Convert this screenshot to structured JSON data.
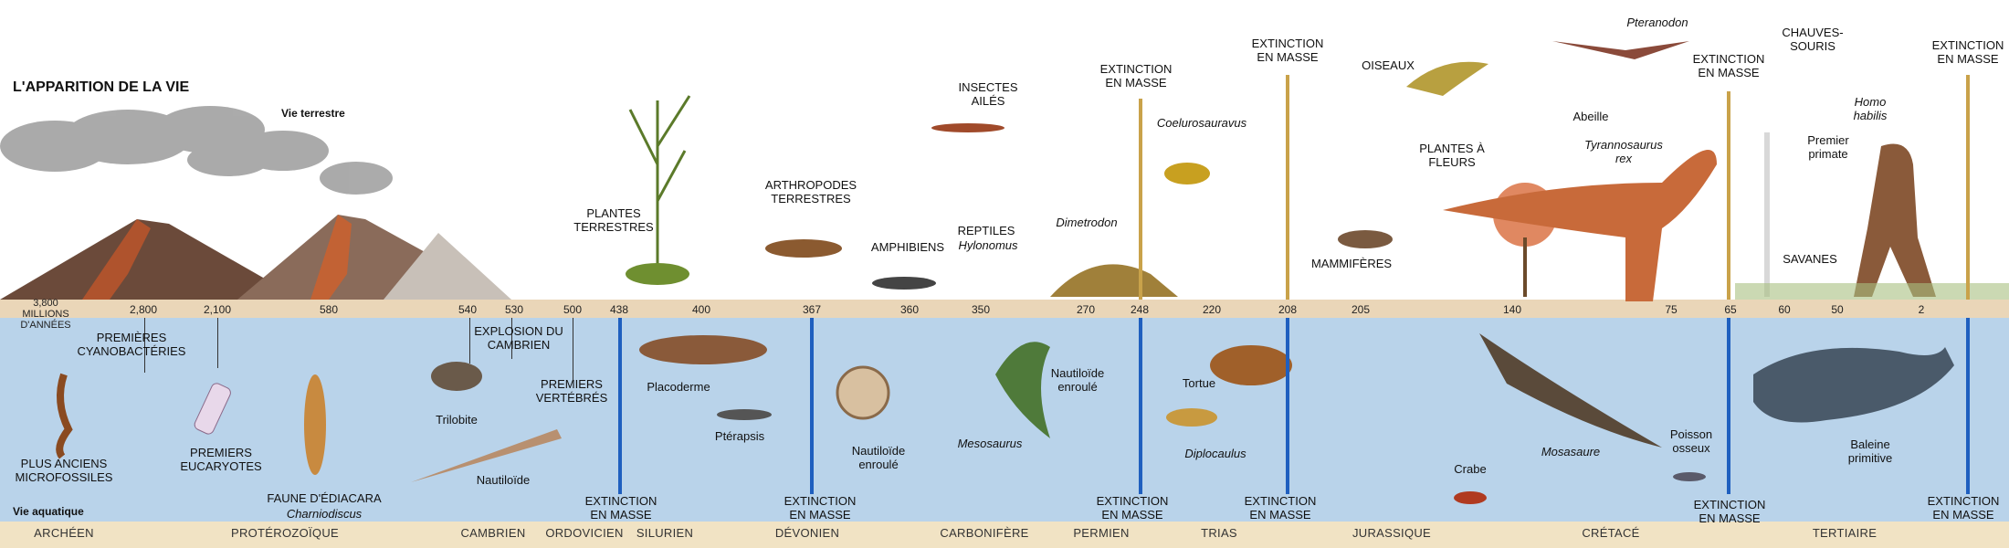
{
  "title": "L'APPARITION DE LA VIE",
  "realm_labels": {
    "land": "Vie terrestre",
    "water": "Vie aquatique"
  },
  "timeline_ticks": [
    "3,800 MILLIONS D'ANNÉES",
    "2,800",
    "2,100",
    "580",
    "540",
    "530",
    "500",
    "438",
    "400",
    "367",
    "360",
    "350",
    "270",
    "248",
    "220",
    "208",
    "205",
    "140",
    "75",
    "65",
    "60",
    "50",
    "2"
  ],
  "eras": [
    "ARCHÉEN",
    "PROTÉROZOÏQUE",
    "CAMBRIEN",
    "ORDOVICIEN",
    "SILURIEN",
    "DÉVONIEN",
    "CARBONIFÈRE",
    "PERMIEN",
    "TRIAS",
    "JURASSIQUE",
    "CRÉTACÉ",
    "TERTIAIRE"
  ],
  "land_labels": {
    "plantes_terrestres": "PLANTES TERRESTRES",
    "arthropodes": "ARTHROPODES TERRESTRES",
    "amphibiens": "AMPHIBIENS",
    "insectes": "INSECTES AILÉS",
    "reptiles": "REPTILES",
    "hylonomus": "Hylonomus",
    "dimetrodon": "Dimetrodon",
    "coelurosauravus": "Coelurosauravus",
    "mammiferes": "MAMMIFÈRES",
    "oiseaux": "OISEAUX",
    "plantes_fleurs": "PLANTES À FLEURS",
    "pteranodon": "Pteranodon",
    "abeille": "Abeille",
    "tyrannosaurus": "Tyrannosaurus rex",
    "chauves_souris": "CHAUVES-SOURIS",
    "premier_primate": "Premier primate",
    "homo_habilis": "Homo habilis",
    "savanes": "SAVANES"
  },
  "extinctions_top": [
    "EXTINCTION EN MASSE",
    "EXTINCTION EN MASSE",
    "EXTINCTION EN MASSE",
    "EXTINCTION EN MASSE"
  ],
  "water_labels": {
    "microfossiles": "PLUS ANCIENS MICROFOSSILES",
    "cyanobacteries": "PREMIÈRES CYANOBACTÉRIES",
    "eucaryotes": "PREMIERS EUCARYOTES",
    "ediacara": "FAUNE D'ÉDIACARA",
    "charniodiscus": "Charniodiscus",
    "explosion": "EXPLOSION DU CAMBRIEN",
    "trilobite": "Trilobite",
    "nautiloide": "Nautiloïde",
    "vertebres": "PREMIERS VERTÉBRÉS",
    "placoderme": "Placoderme",
    "pterapsis": "Ptérapsis",
    "nautiloide_enroule_1": "Nautiloïde enroulé",
    "mesosaurus": "Mesosaurus",
    "nautiloide_enroule_2": "Nautiloïde enroulé",
    "tortue": "Tortue",
    "diplocaulus": "Diplocaulus",
    "crabe": "Crabe",
    "mosasaure": "Mosasaure",
    "poisson": "Poisson osseux",
    "baleine": "Baleine primitive"
  },
  "extinctions_bottom": [
    "EXTINCTION EN MASSE",
    "EXTINCTION EN MASSE",
    "EXTINCTION EN MASSE",
    "EXTINCTION EN MASSE",
    "EXTINCTION EN MASSE",
    "EXTINCTION EN MASSE"
  ],
  "colors": {
    "water": "#b9d3ea",
    "band": "#ead6b8",
    "era_band": "#f1e3c4",
    "extinction_blue": "#1f5fbf",
    "extinction_gold": "#c9a24a"
  }
}
